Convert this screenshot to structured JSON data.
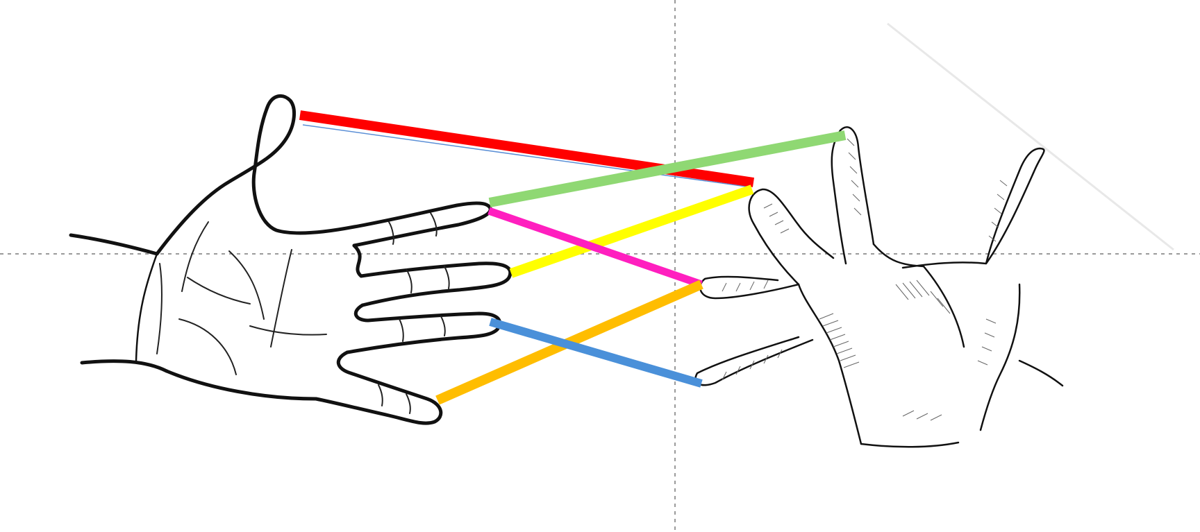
{
  "diagram": {
    "left_hand": {
      "icon": "left-hand-outline-drawing"
    },
    "right_hand": {
      "icon": "right-hand-sketch-drawing"
    },
    "connectors": [
      {
        "id": "red",
        "color": "#ff0000"
      },
      {
        "id": "green",
        "color": "#8fd873"
      },
      {
        "id": "yellow",
        "color": "#ffff00"
      },
      {
        "id": "magenta",
        "color": "#ff1fbf"
      },
      {
        "id": "orange",
        "color": "#ffbd00"
      },
      {
        "id": "blue",
        "color": "#4a90d9"
      }
    ],
    "guide_color": "#9a9a9a"
  }
}
